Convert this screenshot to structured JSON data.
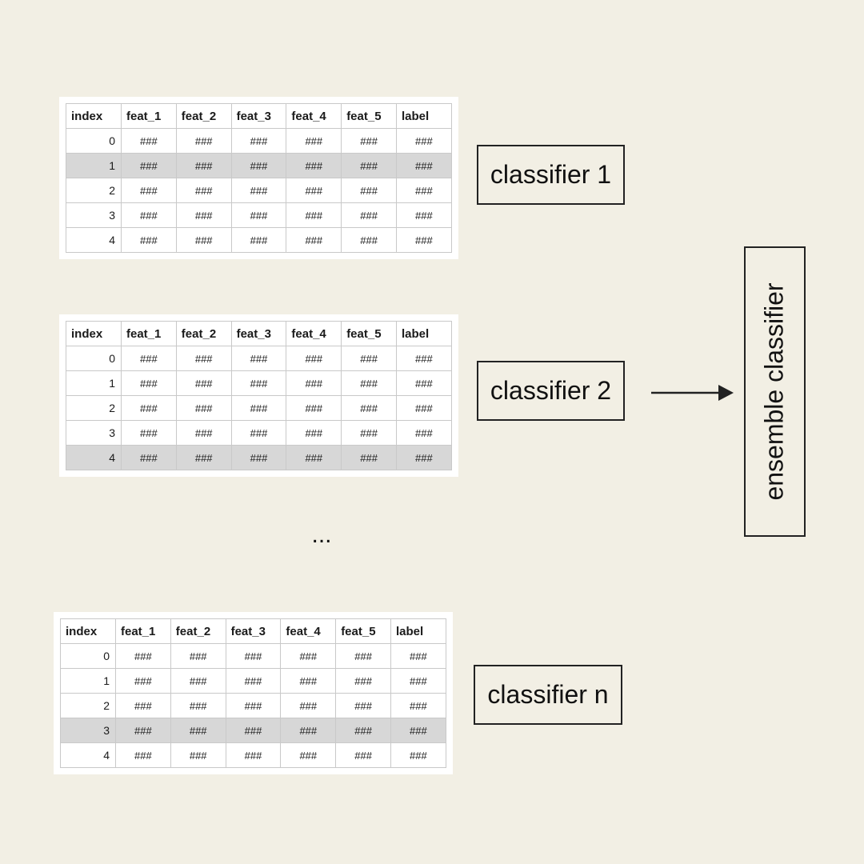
{
  "columns": [
    "index",
    "feat_1",
    "feat_2",
    "feat_3",
    "feat_4",
    "feat_5",
    "label"
  ],
  "placeholder": "###",
  "tables": [
    {
      "indices": [
        "0",
        "1",
        "2",
        "3",
        "4"
      ],
      "highlight_row": 1,
      "classifier": "classifier 1"
    },
    {
      "indices": [
        "0",
        "1",
        "2",
        "3",
        "4"
      ],
      "highlight_row": 4,
      "classifier": "classifier 2"
    },
    {
      "indices": [
        "0",
        "1",
        "2",
        "3",
        "4"
      ],
      "highlight_row": 3,
      "classifier": "classifier n"
    }
  ],
  "ellipsis": "...",
  "ensemble_label": "ensemble classifier",
  "colors": {
    "background": "#f2efe4",
    "highlight": "#d7d7d7",
    "border": "#222222"
  }
}
